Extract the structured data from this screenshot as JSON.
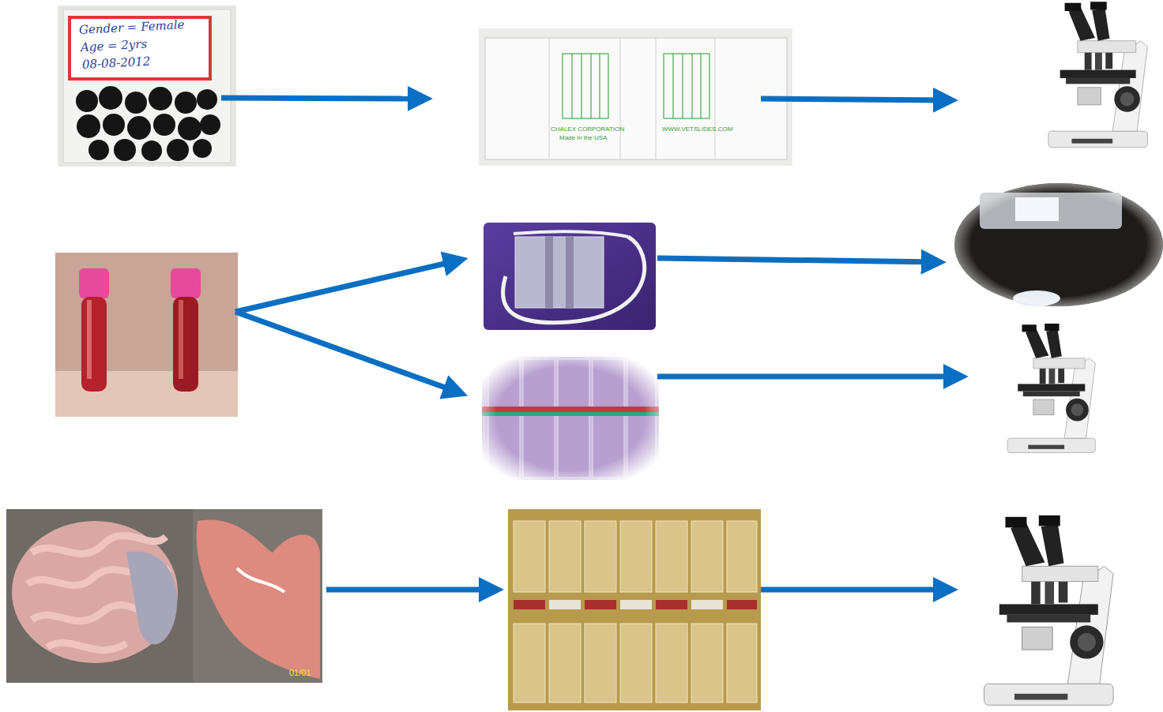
{
  "diagram": {
    "labels": [
      "Gender = Female",
      "Age = 2yrs",
      "08-08-2012",
      "CHALEX CORPORATION",
      "Made in the USA",
      "WWW.VETSLIDES.COM",
      "01/01"
    ]
  }
}
